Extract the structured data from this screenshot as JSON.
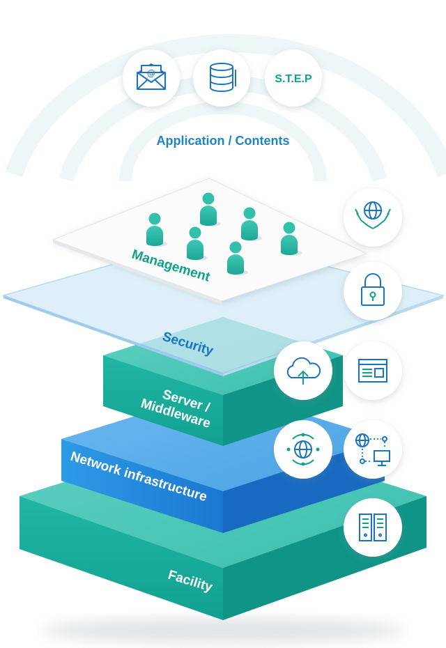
{
  "top": {
    "title": "Application / Contents",
    "step_label": "S.T.E.P",
    "icons": [
      "email-icon",
      "database-icon"
    ]
  },
  "layers": {
    "management": "Management",
    "security": "Security",
    "server": {
      "line1": "Server /",
      "line2": "Middleware"
    },
    "network": "Network infrastructure",
    "facility": "Facility"
  },
  "side_icons": [
    "globe-hands-icon",
    "padlock-icon",
    "cloud-upload-icon",
    "browser-window-icon",
    "globe-orbit-icon",
    "network-topology-icon",
    "server-rack-icon"
  ],
  "colors": {
    "teal": "#1fb3a0",
    "teal_dark": "#13998a",
    "blue": "#2a8fde",
    "blue_dark": "#1a6fc4",
    "security_plane": "#c7e2f4",
    "label_blue": "#1a73c2",
    "label_teal": "#12a08c"
  }
}
